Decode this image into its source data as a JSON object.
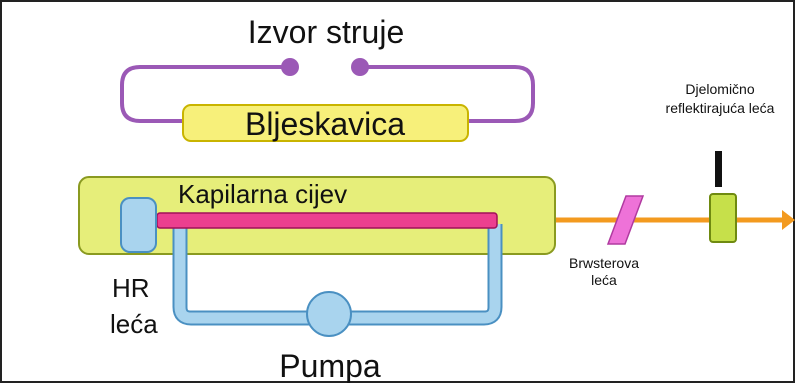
{
  "labels": {
    "power_source": "Izvor struje",
    "flashlamp": "Bljeskavica",
    "capillary_tube": "Kapilarna cijev",
    "hr_mirror_line1": "HR",
    "hr_mirror_line2": "leća",
    "pump": "Pumpa",
    "brewster_line1": "Brwsterova",
    "brewster_line2": "leća",
    "partial_line1": "Djelomično",
    "partial_line2": "reflektirajuća leća"
  },
  "colors": {
    "frame_border": "#222222",
    "circuit_wire": "#9b59b6",
    "flashlamp_fill": "#f7f07a",
    "flashlamp_stroke": "#c9b400",
    "housing_fill": "#e6ee7a",
    "housing_stroke": "#8a9a20",
    "capillary_fill": "#ec3f8f",
    "coolant_fill": "#a9d4ee",
    "coolant_stroke": "#4a90c2",
    "beam": "#f39a1f",
    "brewster_fill": "#ee72d8",
    "partial_mirror_fill": "#c6e04a",
    "mount_post": "#111111"
  }
}
